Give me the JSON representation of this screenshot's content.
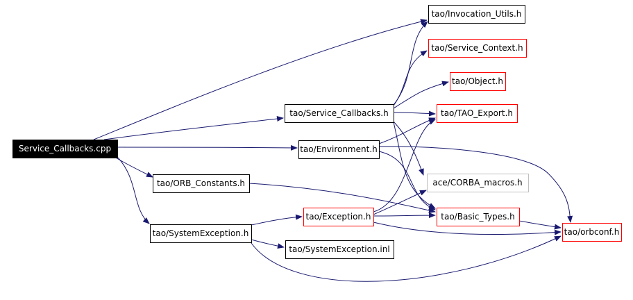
{
  "graph": {
    "colors": {
      "edge": "#191970",
      "border_default": "#000000",
      "border_highlight": "#ff0000",
      "border_muted": "#bfbfbf",
      "root_fill": "#000000",
      "root_text": "#ffffff",
      "node_fill": "#ffffff",
      "node_text": "#000000"
    },
    "nodes": [
      {
        "id": "root",
        "label": "Service_Callbacks.cpp",
        "style": "root"
      },
      {
        "id": "inv",
        "label": "tao/Invocation_Utils.h",
        "style": "default"
      },
      {
        "id": "svcctx",
        "label": "tao/Service_Context.h",
        "style": "highlight"
      },
      {
        "id": "obj",
        "label": "tao/Object.h",
        "style": "highlight"
      },
      {
        "id": "svccb",
        "label": "tao/Service_Callbacks.h",
        "style": "default"
      },
      {
        "id": "taoexp",
        "label": "tao/TAO_Export.h",
        "style": "highlight"
      },
      {
        "id": "env",
        "label": "tao/Environment.h",
        "style": "default"
      },
      {
        "id": "corba",
        "label": "ace/CORBA_macros.h",
        "style": "muted"
      },
      {
        "id": "orbc",
        "label": "tao/ORB_Constants.h",
        "style": "default"
      },
      {
        "id": "exc",
        "label": "tao/Exception.h",
        "style": "highlight"
      },
      {
        "id": "basic",
        "label": "tao/Basic_Types.h",
        "style": "highlight"
      },
      {
        "id": "orbconf",
        "label": "tao/orbconf.h",
        "style": "highlight"
      },
      {
        "id": "sysexc",
        "label": "tao/SystemException.h",
        "style": "default"
      },
      {
        "id": "sysinl",
        "label": "tao/SystemException.inl",
        "style": "default"
      }
    ],
    "edges": [
      {
        "from": "root",
        "to": "inv"
      },
      {
        "from": "root",
        "to": "svccb"
      },
      {
        "from": "root",
        "to": "env"
      },
      {
        "from": "root",
        "to": "orbc"
      },
      {
        "from": "root",
        "to": "sysexc"
      },
      {
        "from": "svccb",
        "to": "inv"
      },
      {
        "from": "svccb",
        "to": "svcctx"
      },
      {
        "from": "svccb",
        "to": "obj"
      },
      {
        "from": "svccb",
        "to": "taoexp"
      },
      {
        "from": "svccb",
        "to": "corba"
      },
      {
        "from": "svccb",
        "to": "basic"
      },
      {
        "from": "env",
        "to": "taoexp"
      },
      {
        "from": "env",
        "to": "basic"
      },
      {
        "from": "env",
        "to": "orbconf"
      },
      {
        "from": "orbc",
        "to": "basic"
      },
      {
        "from": "exc",
        "to": "taoexp"
      },
      {
        "from": "exc",
        "to": "corba"
      },
      {
        "from": "exc",
        "to": "basic"
      },
      {
        "from": "exc",
        "to": "orbconf"
      },
      {
        "from": "basic",
        "to": "orbconf"
      },
      {
        "from": "sysexc",
        "to": "exc"
      },
      {
        "from": "sysexc",
        "to": "sysinl"
      },
      {
        "from": "sysexc",
        "to": "orbconf"
      }
    ]
  }
}
